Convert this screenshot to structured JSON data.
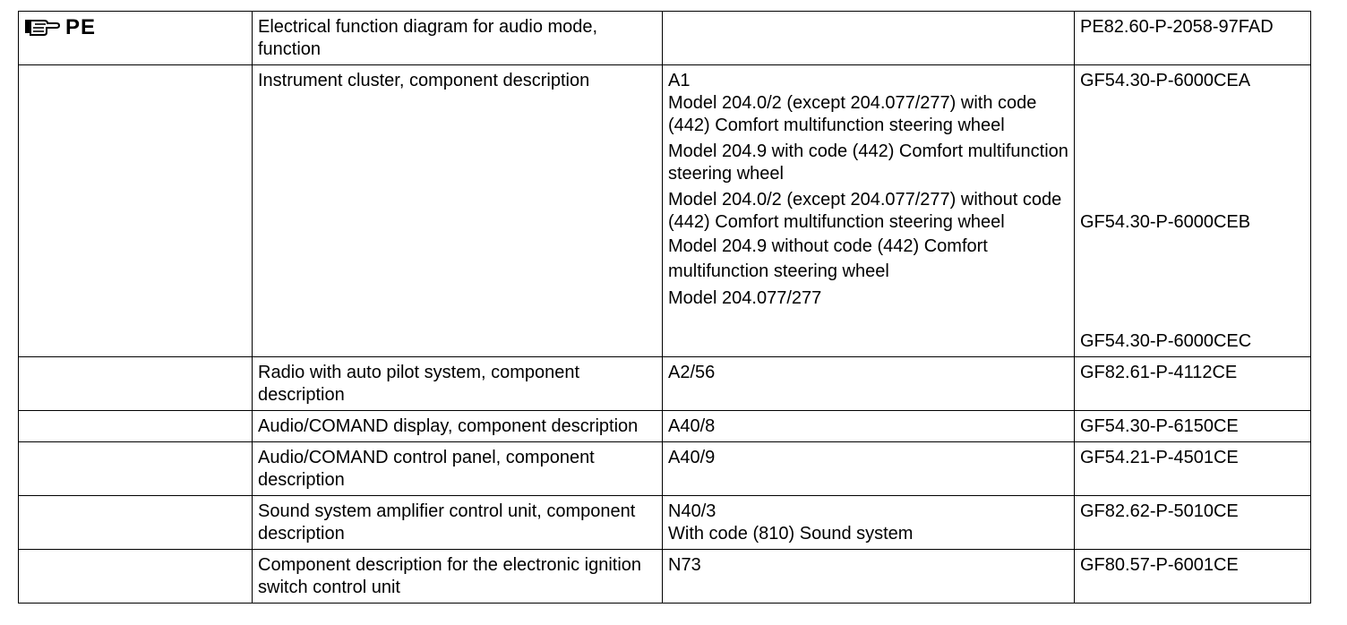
{
  "marker_label": "PE",
  "rows": [
    {
      "name": "Electrical function diagram for audio mode, function",
      "notes": [],
      "codes": [
        "PE82.60-P-2058-97FAD"
      ]
    },
    {
      "name": "Instrument cluster, component description",
      "notes": [
        "A1",
        "Model 204.0/2 (except 204.077/277) with code (442) Comfort multifunction steering wheel",
        "Model 204.9 with code (442) Comfort multifunction steering wheel",
        "Model 204.0/2 (except 204.077/277) without code (442) Comfort multifunction steering wheel",
        "Model 204.9 without code (442) Comfort multifunction steering wheel",
        "Model 204.077/277"
      ],
      "codes": [
        "GF54.30-P-6000CEA",
        "GF54.30-P-6000CEB",
        "GF54.30-P-6000CEC"
      ]
    },
    {
      "name": "Radio with auto pilot system, component description",
      "notes": [
        "A2/56"
      ],
      "codes": [
        "GF82.61-P-4112CE"
      ]
    },
    {
      "name": "Audio/COMAND display, component description",
      "notes": [
        "A40/8"
      ],
      "codes": [
        "GF54.30-P-6150CE"
      ]
    },
    {
      "name": "Audio/COMAND control panel, component description",
      "notes": [
        "A40/9"
      ],
      "codes": [
        "GF54.21-P-4501CE"
      ]
    },
    {
      "name": "Sound system amplifier control unit, component description",
      "notes": [
        "N40/3",
        "With code (810) Sound system"
      ],
      "codes": [
        "GF82.62-P-5010CE"
      ]
    },
    {
      "name": "Component description for the electronic ignition switch control unit",
      "notes": [
        "N73"
      ],
      "codes": [
        "GF80.57-P-6001CE"
      ]
    }
  ]
}
